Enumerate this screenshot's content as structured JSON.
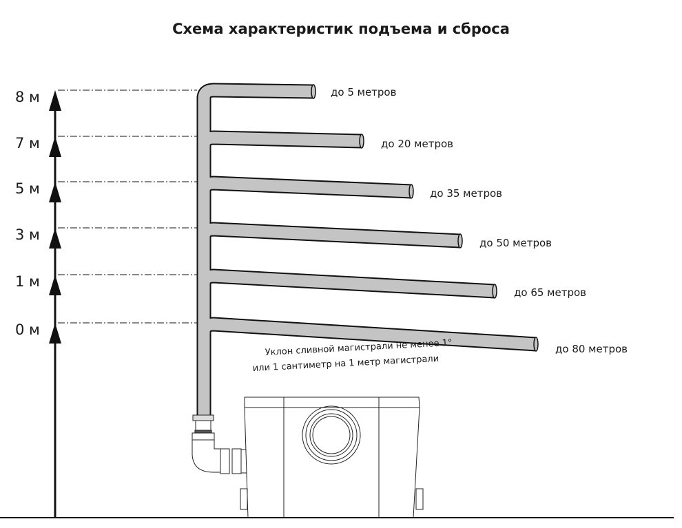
{
  "title": "Схема характеристик подъема и сброса",
  "levels": [
    {
      "height_label": "8 м",
      "length_label": "до 5 метров"
    },
    {
      "height_label": "7 м",
      "length_label": "до 20 метров"
    },
    {
      "height_label": "5 м",
      "length_label": "до 35 метров"
    },
    {
      "height_label": "3 м",
      "length_label": "до 50 метров"
    },
    {
      "height_label": "1 м",
      "length_label": "до 65 метров"
    },
    {
      "height_label": "0 м",
      "length_label": "до 80 метров"
    }
  ],
  "note": {
    "line1": "Уклон сливной магистрали не менее 1°",
    "line2": "или 1 сантиметр на 1 метр магистрали"
  },
  "colors": {
    "pipe": "#c4c4c4",
    "ink": "#111111"
  }
}
